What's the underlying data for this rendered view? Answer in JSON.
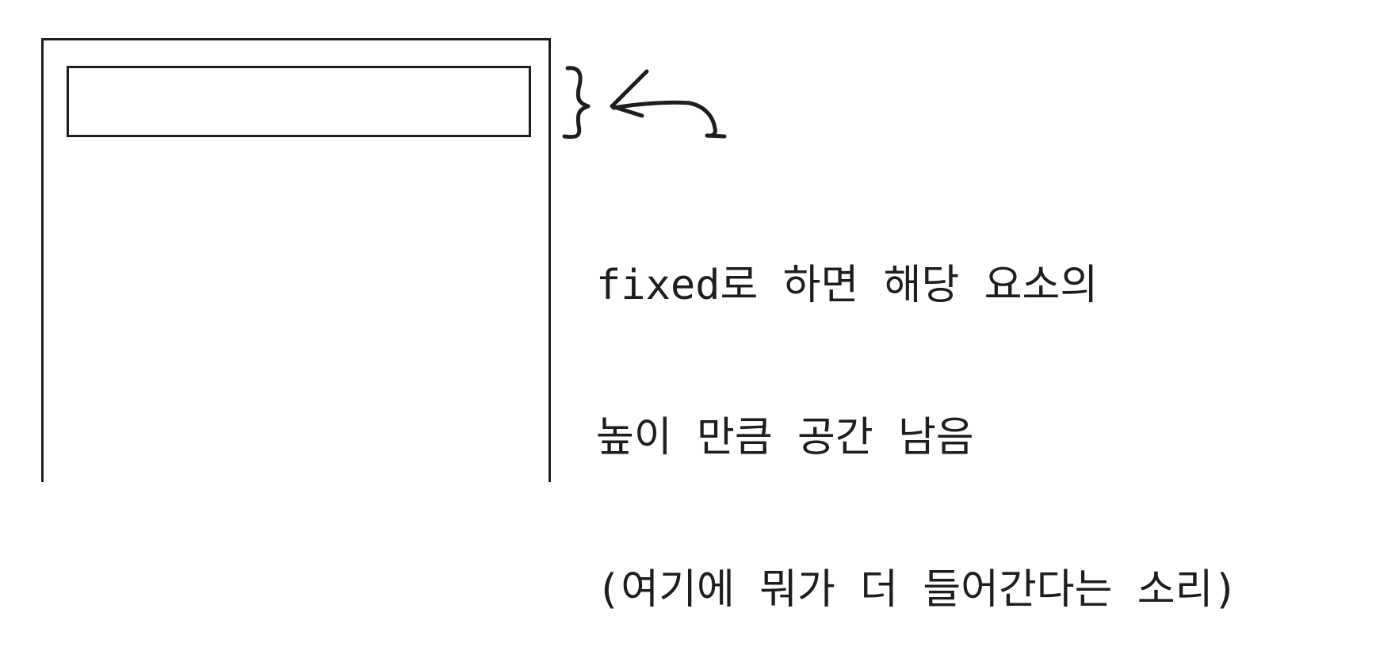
{
  "diagram": {
    "stroke_color": "#1e1e1e",
    "background_color": "#ffffff",
    "annotation_lines": [
      "fixed로 하면 해당 요소의",
      "높이 만큼 공간 남음",
      "(여기에 뭐가 더 들어간다는 소리)"
    ]
  }
}
